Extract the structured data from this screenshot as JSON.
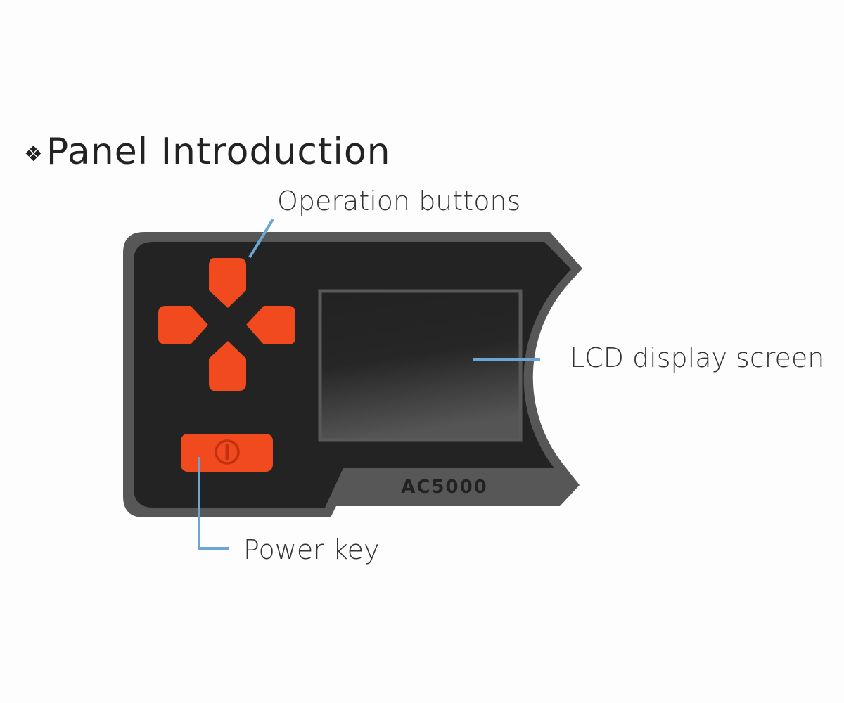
{
  "title": {
    "bullet": "❖",
    "text": "Panel Introduction"
  },
  "device": {
    "model": "AC5000"
  },
  "callouts": {
    "operation_buttons": "Operation buttons",
    "lcd": "LCD display screen",
    "power_key": "Power key"
  },
  "colors": {
    "button": "#f04a1e",
    "callout_line": "#6aa6d6",
    "body": "#222222",
    "frame": "#555555"
  }
}
